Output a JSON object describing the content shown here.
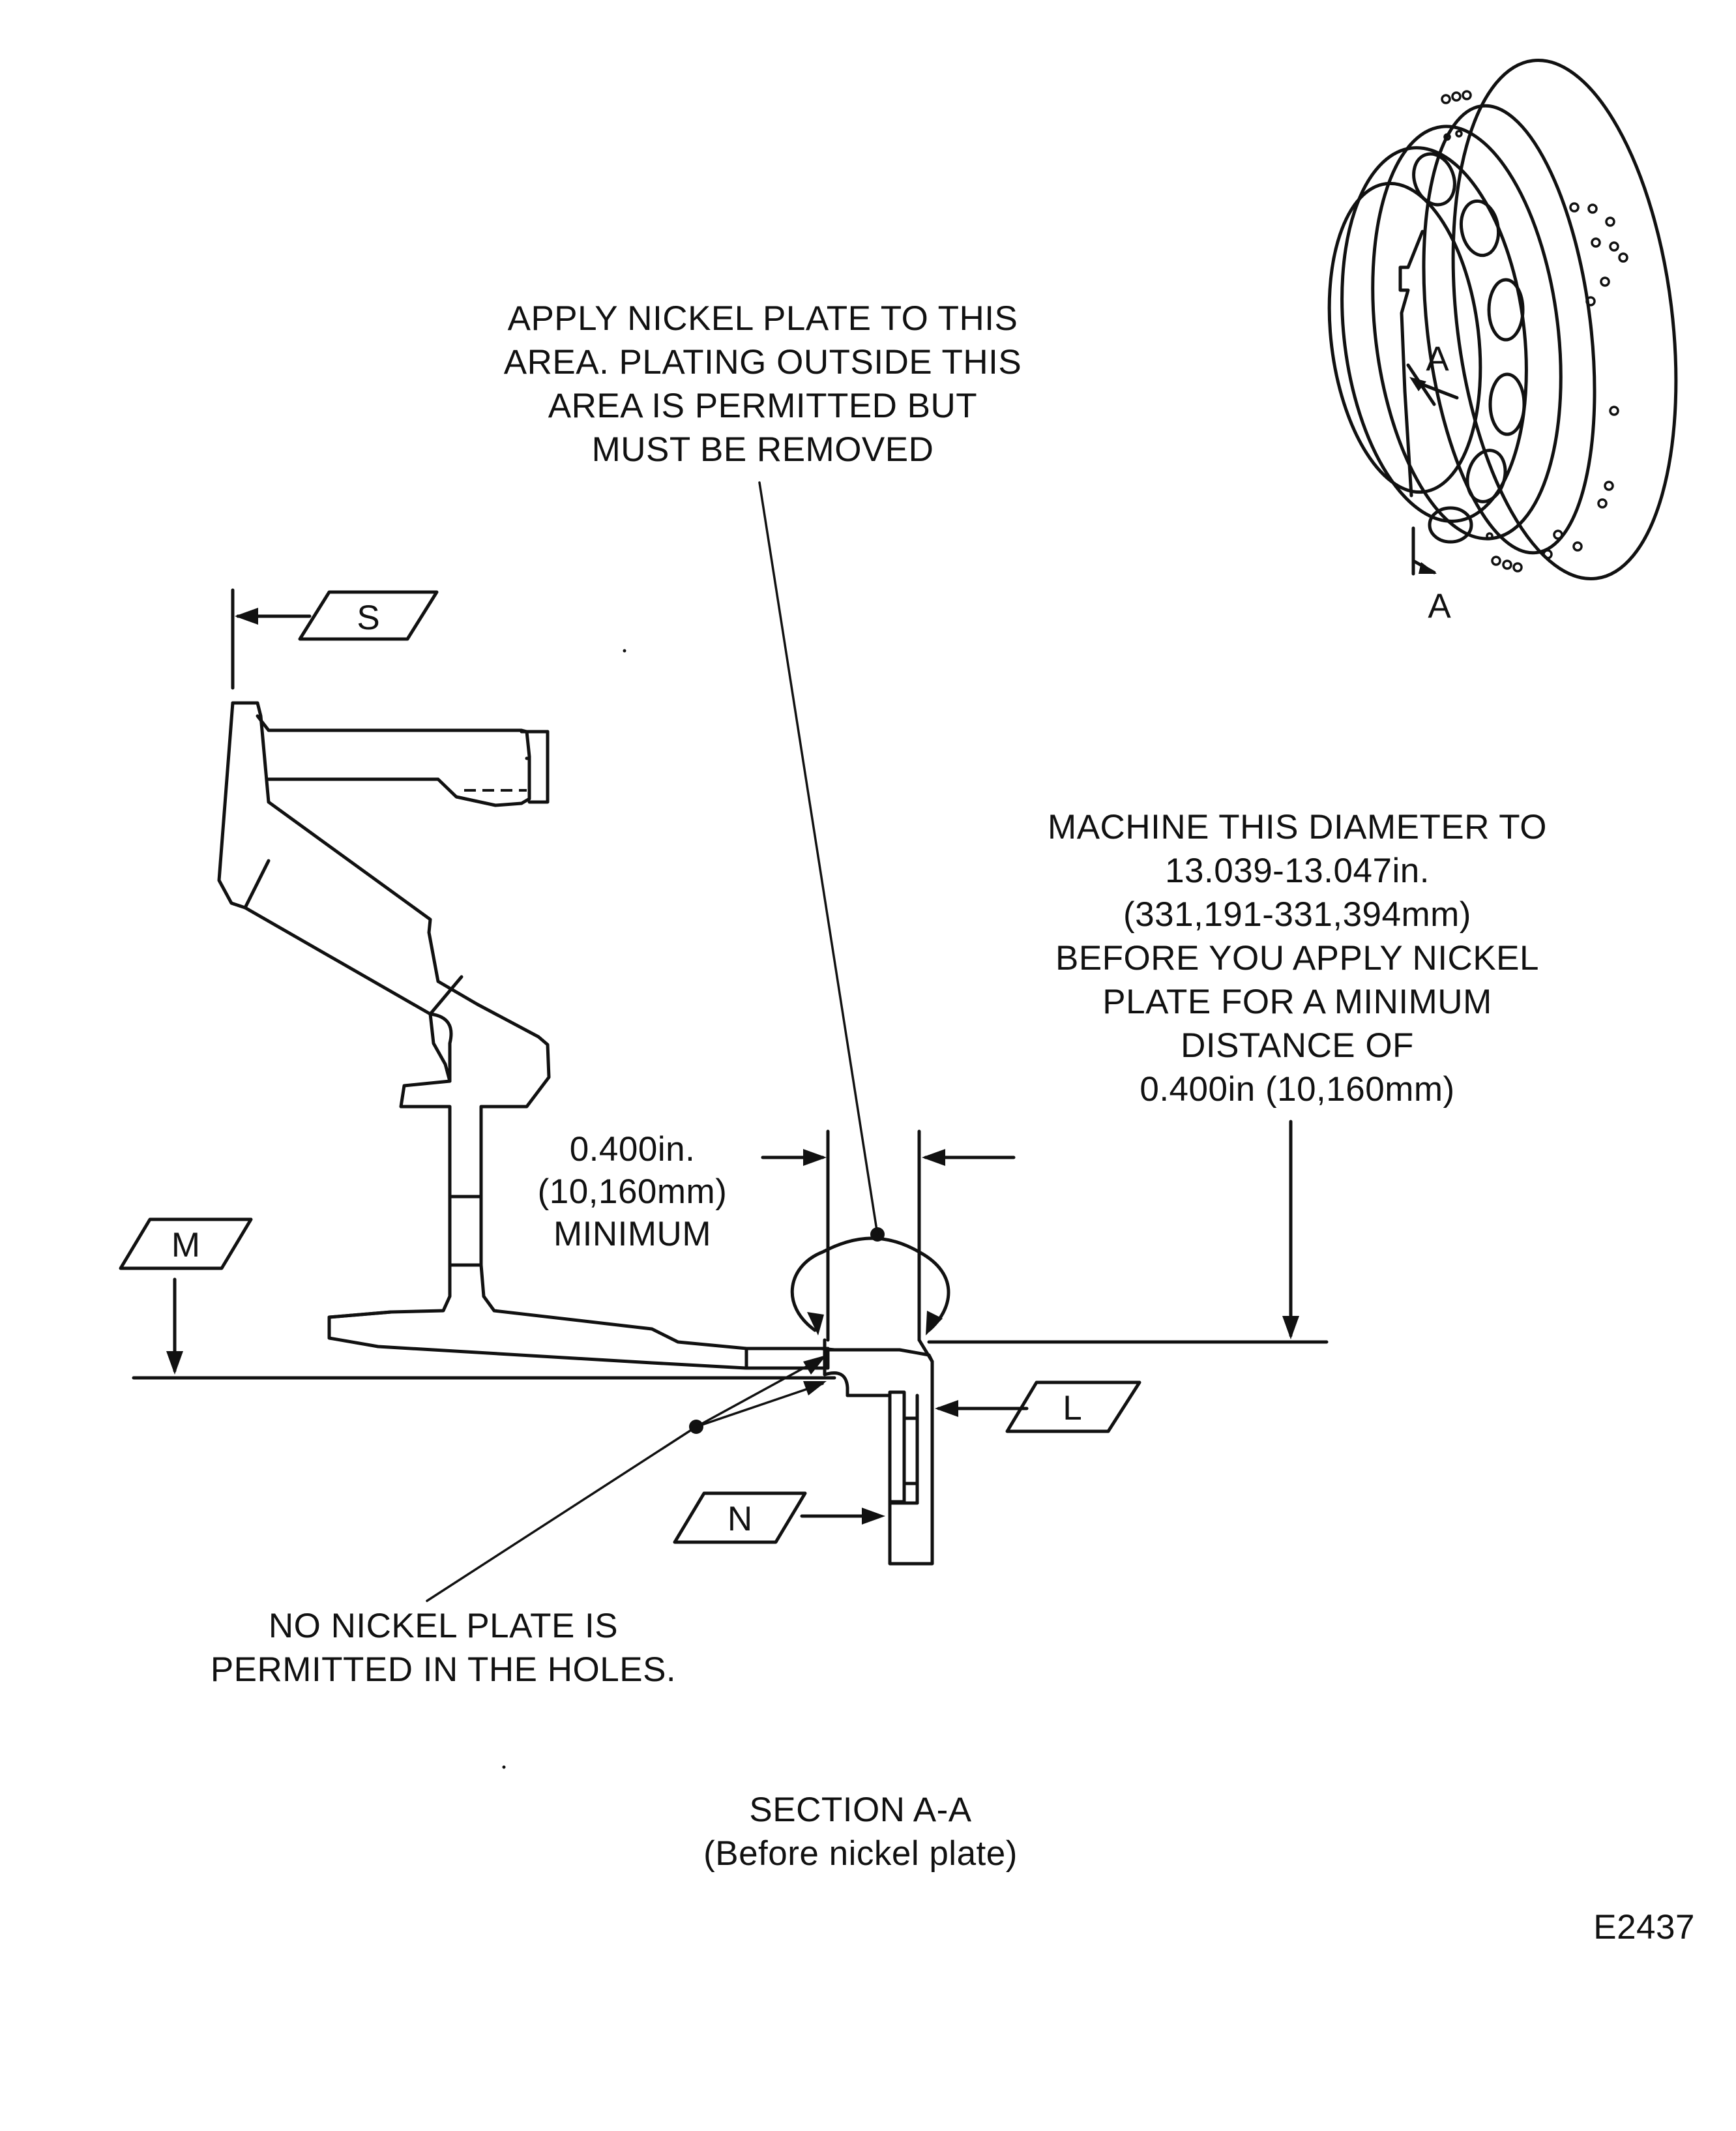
{
  "notes": {
    "apply_nickel": "APPLY NICKEL PLATE TO THIS\nAREA. PLATING OUTSIDE THIS\nAREA IS PERMITTED BUT\nMUST BE REMOVED",
    "machine_diameter": "MACHINE THIS DIAMETER TO\n13.039-13.047in.\n(331,191-331,394mm)\nBEFORE YOU APPLY NICKEL\nPLATE FOR A MINIMUM\nDISTANCE OF\n0.400in (10,160mm)",
    "minimum_distance": "0.400in.\n(10,160mm)\nMINIMUM",
    "no_plate_holes": "NO NICKEL PLATE IS\nPERMITTED IN THE HOLES."
  },
  "datums": {
    "s": "S",
    "m": "M",
    "l": "L",
    "n": "N"
  },
  "section": {
    "title": "SECTION A-A\n(Before nickel plate)",
    "cut_label_upper": "A",
    "cut_label_lower": "A"
  },
  "drawing_id": "E2437"
}
